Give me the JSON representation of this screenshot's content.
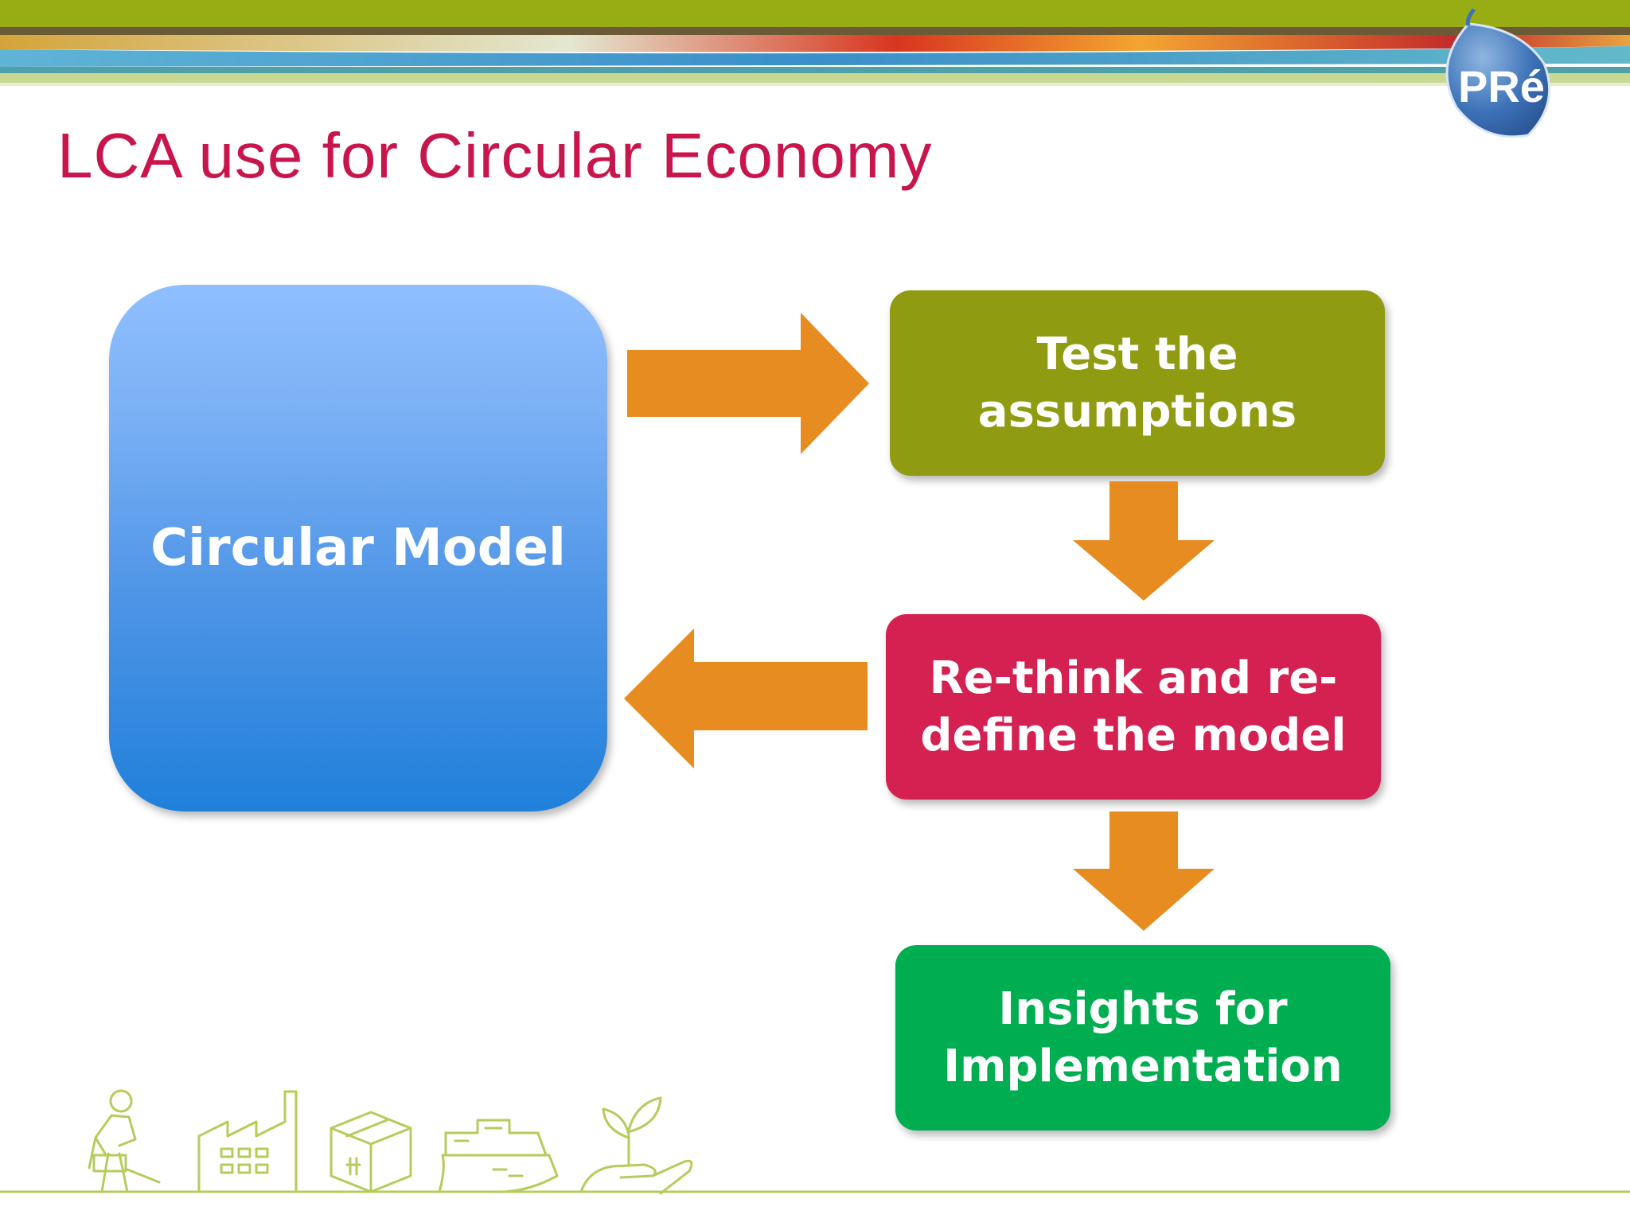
{
  "slide": {
    "title": "LCA use for Circular Economy",
    "logo_text": "PRé"
  },
  "diagram": {
    "nodes": {
      "circular_model": "Circular Model",
      "test_assumptions": "Test the assumptions",
      "rethink_model": "Re-think and  re-define the  model",
      "insights": "Insights for Implementation"
    }
  },
  "colors": {
    "title": "#c8164d",
    "circular_model": "#4d94e6",
    "test_assumptions": "#8f9b10",
    "rethink_model": "#d42152",
    "insights": "#00ad50",
    "arrows": "#e68c21",
    "footer_line": "#b5cc5a"
  },
  "icons": [
    "worker-icon",
    "factory-icon",
    "box-icon",
    "ship-icon",
    "hand-plant-icon"
  ]
}
